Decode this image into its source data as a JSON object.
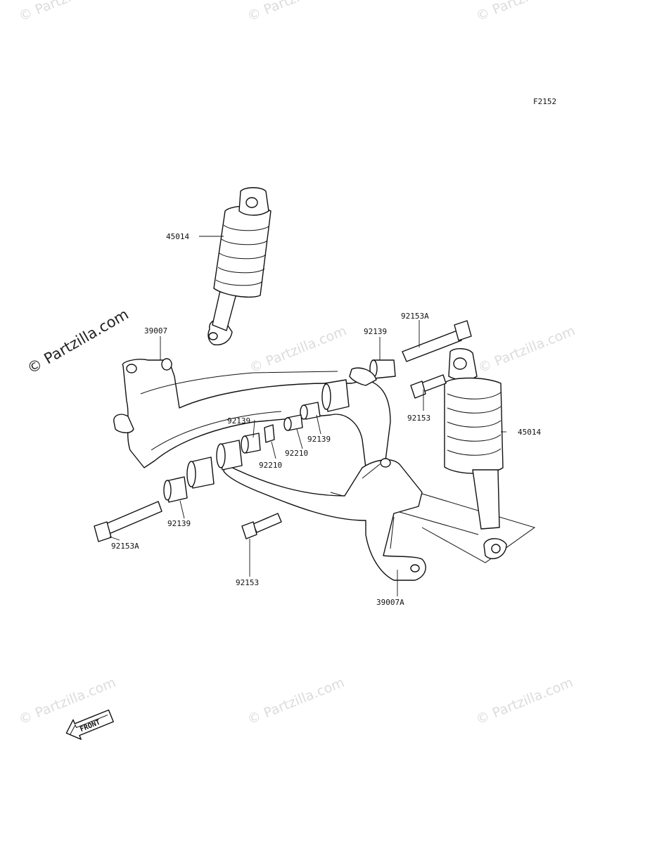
{
  "diagram": {
    "figure_code": "F2152",
    "front_arrow_label": "FRONT",
    "watermark_main": "© Partzilla.com",
    "watermark_tile": "© Partzilla.com",
    "parts": {
      "shock_left": "45014",
      "shock_right": "45014",
      "arm_upper": "39007",
      "arm_lower": "39007A",
      "bolt_long_top": "92153A",
      "bolt_long_left": "92153A",
      "bolt_short_right": "92153",
      "bolt_short_bottom": "92153",
      "bushing_top": "92139",
      "bushing_mid_right": "92139",
      "bushing_mid_left": "92139",
      "bushing_bottom": "92139",
      "collar_right": "92210",
      "collar_left": "92210"
    }
  }
}
